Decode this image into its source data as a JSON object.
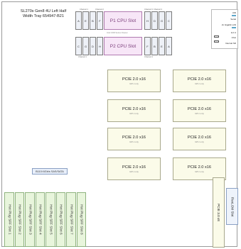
{
  "title": {
    "line1": "SL270s Gen8 4U Left Half",
    "line2": "Width Tray 654947-B21"
  },
  "cpu": {
    "p1_label": "P1 CPU Slot",
    "p2_label": "P2 CPU Slot",
    "dimms_top_left": [
      "A",
      "E",
      "B",
      "F"
    ],
    "dimms_top_right": [
      "H",
      "D",
      "G",
      "C"
    ],
    "dimms_bottom_left": [
      "C",
      "G",
      "D",
      "H"
    ],
    "dimms_bottom_right": [
      "F",
      "B",
      "E",
      "A"
    ],
    "channel_labels": [
      "Channel 1",
      "Channel 2",
      "Channel 3",
      "Channel 4"
    ],
    "mid_label": "Intel C600 Series Chipset"
  },
  "io": {
    "rows": [
      {
        "label": "UID",
        "sub": ""
      },
      {
        "label": "Serial",
        "sub": ""
      },
      {
        "label": "2x Gigabit LAN",
        "sub": ""
      },
      {
        "label": "iLO 4",
        "sub": ""
      },
      {
        "label": "VGA",
        "sub": ""
      },
      {
        "label": "Internal SD",
        "sub": ""
      }
    ]
  },
  "pcie": {
    "label": "PCIE 2.0 x16",
    "sub": "GPU only",
    "slots": 8
  },
  "sata": {
    "label": "B110i 6Gb/s SAS/SATA"
  },
  "drives": [
    "Hot Plug SFF Slot 1",
    "Hot Plug SFF Slot 2",
    "Hot Plug SFF Slot 3",
    "Hot Plug SFF Slot 4",
    "Hot Plug SFF Slot 5",
    "Hot Plug SFF Slot 6",
    "Hot Plug SFF Slot 7",
    "Hot Plug SFF Slot 8"
  ],
  "pcie_x8": {
    "label": "PCIE 3.0 x8",
    "sub": ""
  },
  "flexlom": {
    "label": "FlexLOM Slot"
  }
}
